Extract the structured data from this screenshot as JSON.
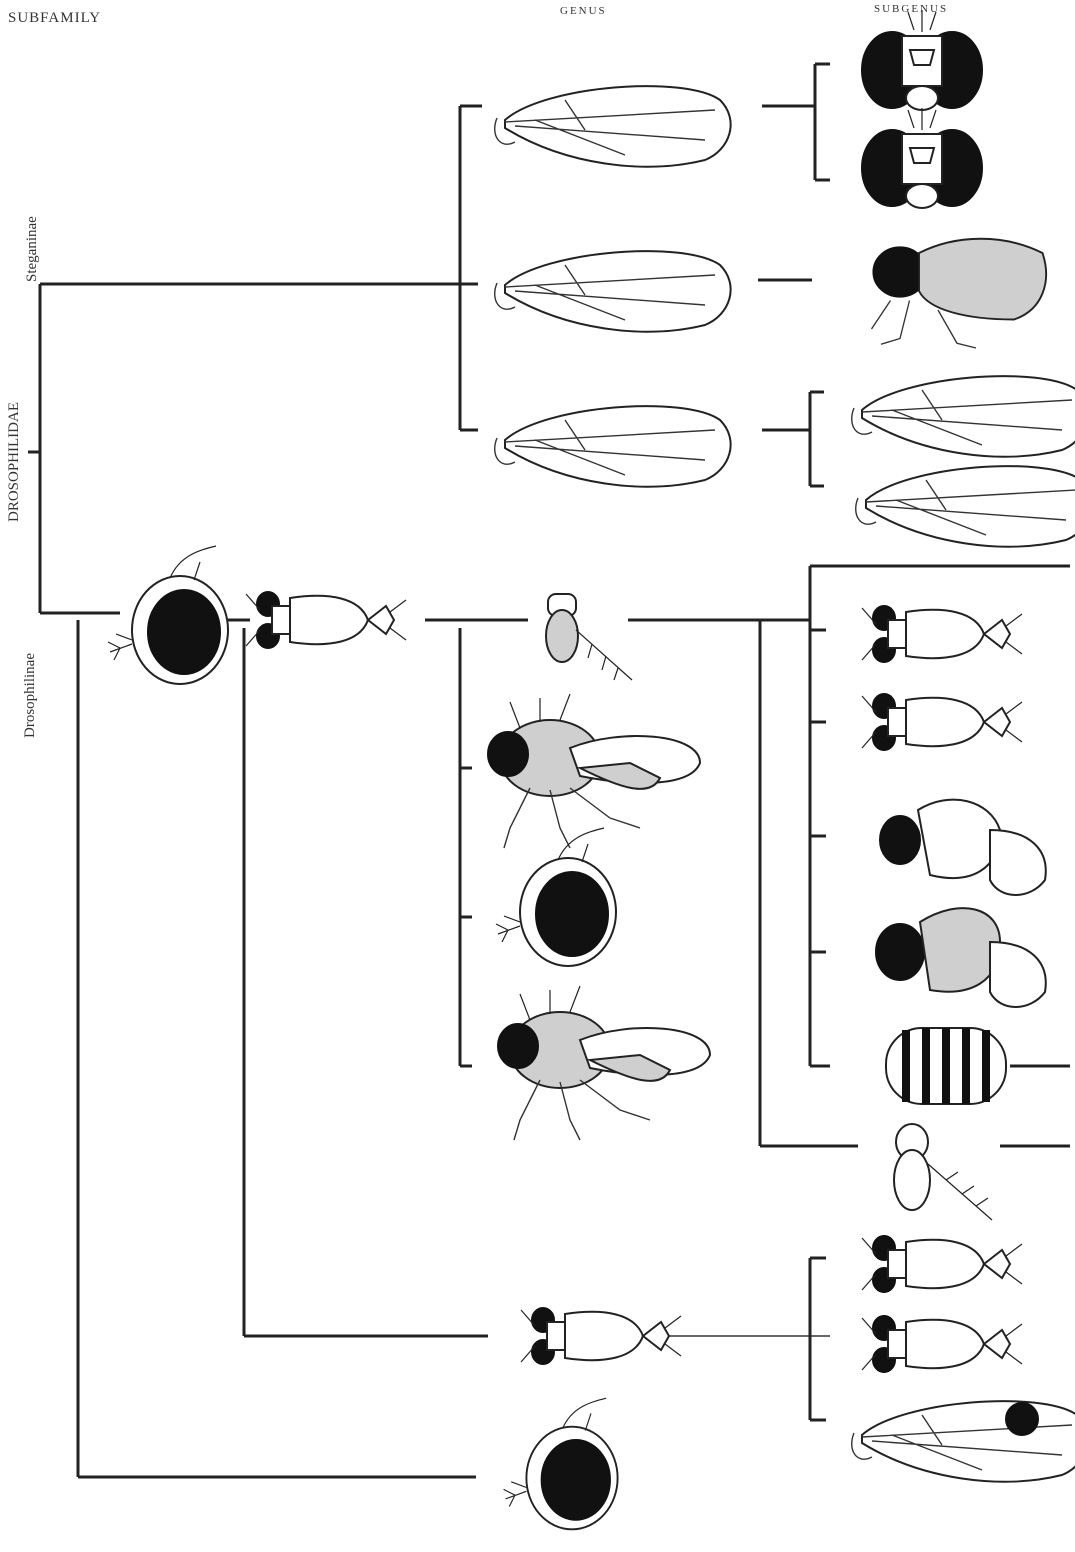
{
  "headers": {
    "subfamily": "SUBFAMILY",
    "genus": "GENUS",
    "subgenus": "SUBGENUS"
  },
  "taxa": {
    "family": "DROSOPHILIDAE",
    "subfamily_upper": "Steganinae",
    "subfamily_lower": "Drosophilinae"
  }
}
